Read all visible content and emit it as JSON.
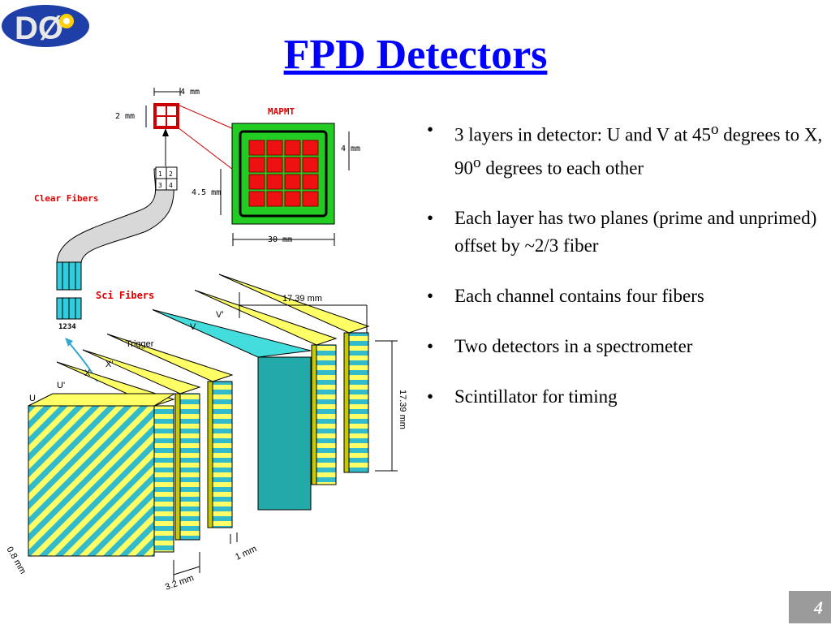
{
  "title": "FPD Detectors",
  "logo": {
    "text": "DØ"
  },
  "bullets": [
    {
      "pre": "3 layers in detector: U and V at 45",
      "sup1": "o",
      "mid": " degrees to X, 90",
      "sup2": "o",
      "post": " degrees to each other"
    },
    {
      "text": "Each layer has two planes (prime and unprimed)  offset by ~2/3 fiber"
    },
    {
      "text": "Each channel contains four fibers"
    },
    {
      "text": "Two  detectors in a spectrometer"
    },
    {
      "text": "Scintillator  for timing"
    }
  ],
  "bullet_char": "•",
  "diagram": {
    "dim_4mm": "4 mm",
    "dim_2mm": "2 mm",
    "mapmt": "MAPMT",
    "dim_4mm_right": "4 mm",
    "dim_4_5mm": "4.5 mm",
    "dim_30mm": "30 mm",
    "clear_fibers": "Clear Fibers",
    "sci_fibers": "Sci Fibers",
    "fiber_nums": "1234",
    "grid_labels": [
      "1",
      "2",
      "3",
      "4"
    ],
    "dim_17_39_top": "17.39 mm",
    "dim_17_39_side": "17.39 mm",
    "layer_labels": {
      "u": "U",
      "up": "U'",
      "x": "X",
      "xp": "X'",
      "trigger": "Trigger",
      "v": "V",
      "vp": "V'"
    },
    "dim_0_8mm": "0.8 mm",
    "dim_3_2mm": "3.2 mm",
    "dim_1mm": "1 mm"
  },
  "page_number": "4",
  "colors": {
    "title": "#0000ff",
    "pmt_green": "#22cc22",
    "pmt_red": "#ee1111",
    "layer_yellow": "#ffff66",
    "layer_cyan": "#33ccdd",
    "page_box": "#9b9b9b"
  }
}
